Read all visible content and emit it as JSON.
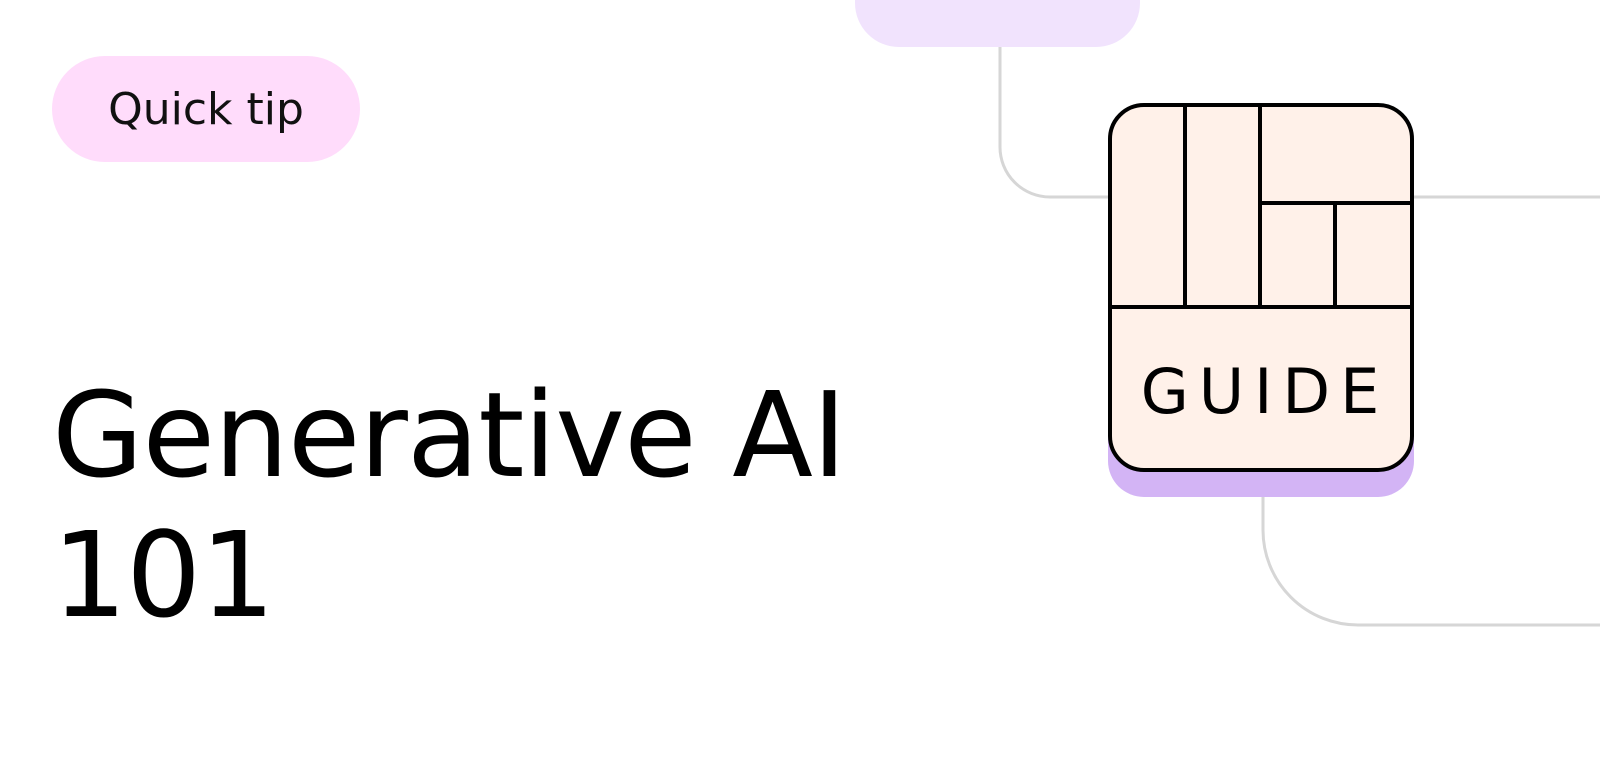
{
  "badge": {
    "label": "Quick tip"
  },
  "title": {
    "line1": "Generative AI",
    "line2": "101"
  },
  "guide_card": {
    "label": "GUIDE"
  },
  "colors": {
    "badge_bg": "#ffdcfb",
    "card_bg": "#fff1e9",
    "card_shadow": "#d3b4f5",
    "top_pill": "#f1e3fd",
    "connector": "#d6d6d6"
  }
}
